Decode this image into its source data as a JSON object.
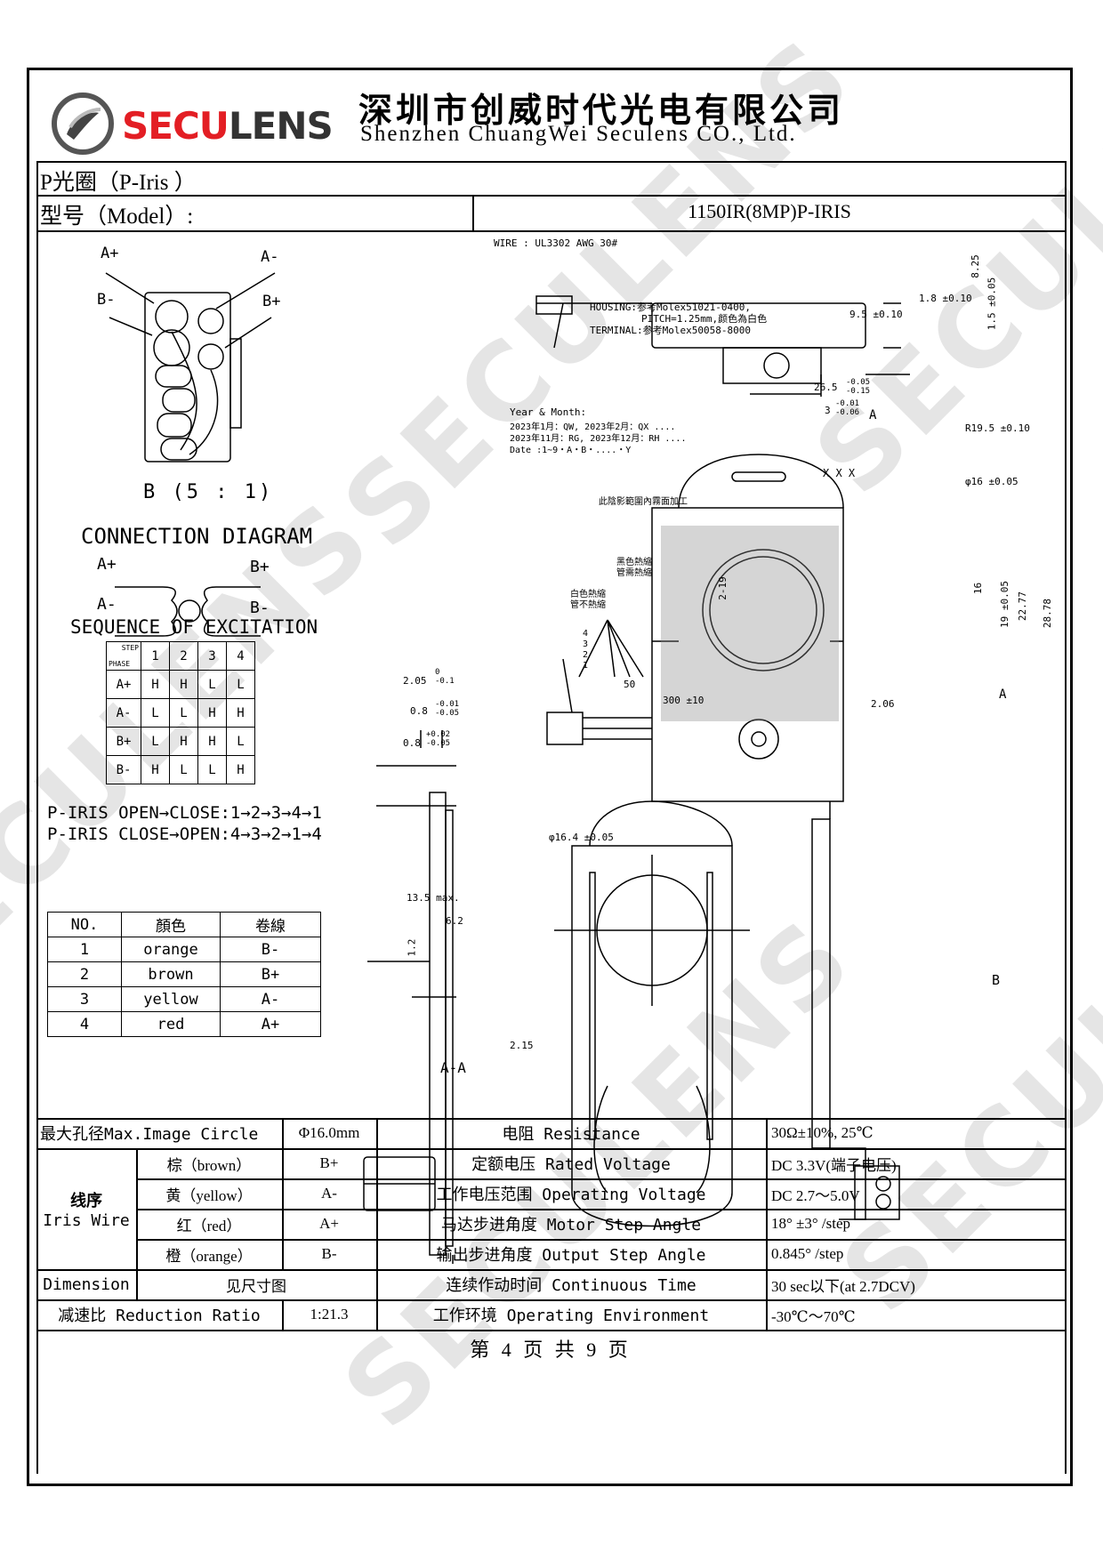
{
  "header": {
    "logo_text": "SECULENS",
    "company_cn": "深圳市创威时代光电有限公司",
    "company_en": "Shenzhen ChuangWei Seculens CO., Ltd."
  },
  "product": {
    "name_label": "P光圈（P-Iris ）",
    "model_label": "型号（Model）:",
    "model_value": "1150IR(8MP)P-IRIS"
  },
  "drawing": {
    "detail_caption": "B (5 : 1)",
    "pin_labels": {
      "a_plus": "A+",
      "a_minus": "A-",
      "b_minus": "B-",
      "b_plus": "B+"
    },
    "connection_title": "CONNECTION DIAGRAM",
    "conn_labels": {
      "a_plus": "A+",
      "b_plus": "B+",
      "a_minus": "A-",
      "b_minus": "B-"
    },
    "sequence_title": "SEQUENCE OF EXCITATION",
    "sequence_table": {
      "corner_step": "STEP",
      "corner_phase": "PHASE",
      "steps": [
        "1",
        "2",
        "3",
        "4"
      ],
      "rows": [
        {
          "phase": "A+",
          "values": [
            "H",
            "H",
            "L",
            "L"
          ]
        },
        {
          "phase": "A-",
          "values": [
            "L",
            "L",
            "H",
            "H"
          ]
        },
        {
          "phase": "B+",
          "values": [
            "L",
            "H",
            "H",
            "L"
          ]
        },
        {
          "phase": "B-",
          "values": [
            "H",
            "L",
            "L",
            "H"
          ]
        }
      ]
    },
    "open_close_1": "P-IRIS OPEN→CLOSE:1→2→3→4→1",
    "open_close_2": "P-IRIS CLOSE→OPEN:4→3→2→1→4",
    "wire_table": {
      "headers": [
        "NO.",
        "顏色",
        "卷線"
      ],
      "rows": [
        [
          "1",
          "orange",
          "B-"
        ],
        [
          "2",
          "brown",
          "B+"
        ],
        [
          "3",
          "yellow",
          "A-"
        ],
        [
          "4",
          "red",
          "A+"
        ]
      ]
    },
    "annotations": {
      "wire": "WIRE : UL3302  AWG  30#",
      "housing": "HOUSING:参考Molex51021-0400,",
      "pitch": "PITCH=1.25mm,颜色為白色",
      "terminal": "TERMINAL:参考Molex50058-8000",
      "dim_825": "8.25",
      "dim_18": "1.8 ±0.10",
      "dim_95": "9.5 ±0.10",
      "dim_15": "1.5 ±0.05",
      "dim_265": "26.5",
      "dim_265_tol": "-0.05 -0.15",
      "dim_3": "3",
      "dim_3_tol": "-0.01 -0.06",
      "section_a": "A",
      "r195": "R19.5 ±0.10",
      "phi16": "φ16 ±0.05",
      "year_month": "Year & Month:",
      "ym_line1": "2023年1月：QW,  2023年2月：QX ....",
      "ym_line2": "2023年11月：RG,  2023年12月：RH ....",
      "ym_line3": "Date  :1~9・A・B・....・Y",
      "xxx": "X X X",
      "shade_note": "此陰影範圍內霧面加工",
      "black_heat": "黑色熱縮",
      "black_heat2": "管需熱縮",
      "white_heat": "白色熱縮",
      "white_heat2": "管不熱縮",
      "pins": [
        "4",
        "3",
        "2",
        "1"
      ],
      "dim_50": "50",
      "dim_300": "300 ±10",
      "dim_206": "2.06",
      "dim_219": "2-19",
      "dim_16": "16",
      "dim_19": "19 ±0.05",
      "dim_2277": "22.77",
      "dim_2878": "28.78",
      "dim_205": "2.05",
      "dim_205_tol": "0 -0.1",
      "dim_08a": "0.8",
      "dim_08a_tol": "-0.01 -0.05",
      "dim_08b": "0.8",
      "dim_08b_tol": "+0.02 -0.05",
      "dim_135": "13.5 max.",
      "dim_62": "6.2",
      "dim_12": "1.2",
      "dim_215": "2.15",
      "section_aa": "A-A",
      "phi164": "φ16.4 ±0.05",
      "view_b": "B"
    }
  },
  "specs": {
    "max_circle_label": "最大孔径Max.Image Circle",
    "max_circle_value": "Φ16.0mm",
    "iris_wire_label_cn": "线序",
    "iris_wire_label_en": "Iris Wire",
    "wires": [
      {
        "color": "棕（brown）",
        "pin": "B+"
      },
      {
        "color": "黄（yellow）",
        "pin": "A-"
      },
      {
        "color": "红（red）",
        "pin": "A+"
      },
      {
        "color": "橙（orange）",
        "pin": "B-"
      }
    ],
    "dimension_label": "Dimension",
    "dimension_value": "见尺寸图",
    "reduction_label": "减速比 Reduction Ratio",
    "reduction_value": "1:21.3",
    "params": [
      {
        "label": "电阻 Resistance",
        "value": "30Ω±10%, 25℃"
      },
      {
        "label": "定额电压 Rated Voltage",
        "value": "DC 3.3V(端子电压)"
      },
      {
        "label": "工作电压范围 Operating Voltage",
        "value": "DC 2.7～5.0V"
      },
      {
        "label": "马达步进角度 Motor Step Angle",
        "value": "18° ±3° /step"
      },
      {
        "label": "输出步进角度 Output Step Angle",
        "value": "0.845° /step"
      },
      {
        "label": "连续作动时间 Continuous Time",
        "value": "30 sec以下(at 2.7DCV)"
      },
      {
        "label": "工作环境 Operating Environment",
        "value": "-30℃～70℃"
      }
    ]
  },
  "footer": {
    "page": "第 4 页 共 9 页"
  }
}
